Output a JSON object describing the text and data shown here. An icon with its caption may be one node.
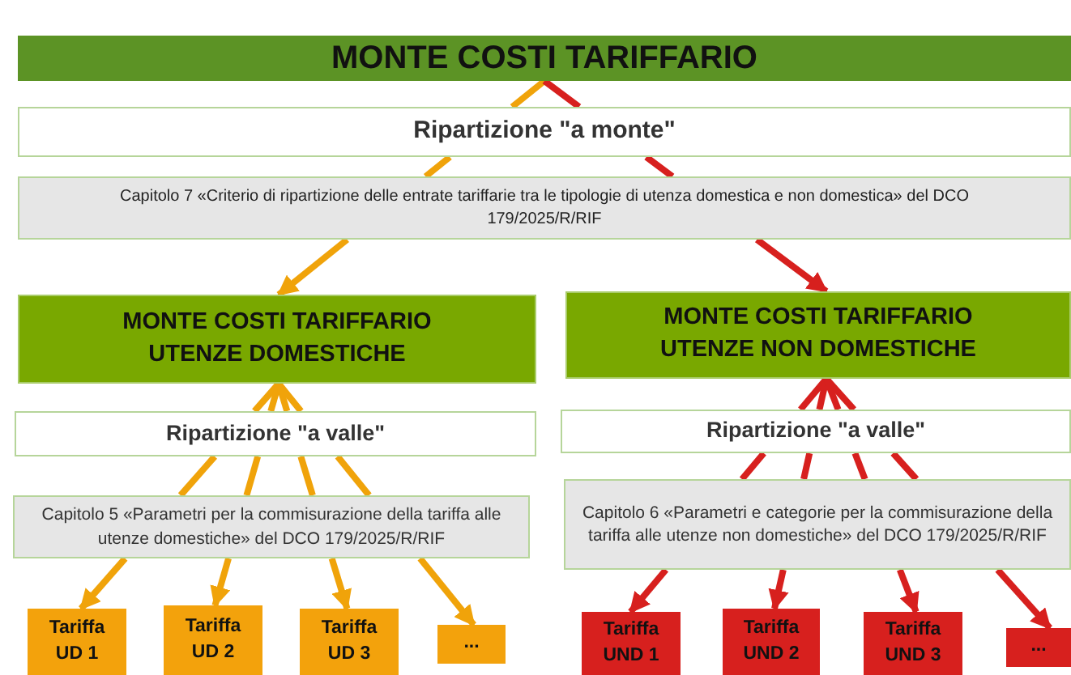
{
  "diagram": {
    "nodes": [
      {
        "text": [
          "MONTE COSTI TARIFFARIO"
        ]
      },
      {
        "text": [
          "Ripartizione \"a monte\""
        ]
      },
      {
        "text": [
          "Capitolo 7 «Criterio di ripartizione delle entrate tariffarie tra le tipologie di utenza domestica e non domestica» del DCO 179/2025/R/RIF"
        ]
      },
      {
        "text": [
          "MONTE COSTI TARIFFARIO UTENZE DOMESTICHE"
        ]
      },
      {
        "text": [
          "Ripartizione \"a valle\""
        ]
      },
      {
        "text": [
          "Capitolo 5 «Parametri per la commisurazione della tariffa alle utenze domestiche» del DCO 179/2025/R/RIF"
        ]
      },
      {
        "text": [
          "Tariffa UD 1"
        ]
      },
      {
        "text": [
          "Tariffa UD 2"
        ]
      },
      {
        "text": [
          "Tariffa UD 3"
        ]
      },
      {
        "text": [
          "..."
        ]
      },
      {
        "text": [
          "MONTE COSTI TARIFFARIO UTENZE NON DOMESTICHE"
        ]
      },
      {
        "text": [
          "Ripartizione \"a valle\""
        ]
      },
      {
        "text": [
          "Capitolo 6 «Parametri e categorie per la commisurazione della tariffa alle utenze non domestiche» del DCO 179/2025/R/RIF"
        ]
      },
      {
        "text": [
          "Tariffa UND 1"
        ]
      },
      {
        "text": [
          "Tariffa UND 2"
        ]
      },
      {
        "text": [
          "Tariffa UND 3"
        ]
      },
      {
        "text": [
          "..."
        ]
      }
    ],
    "edges": [
      {
        "from": 0,
        "to": 1,
        "arrow": "none"
      },
      {
        "from": 0,
        "to": 1,
        "arrow": "none",
        "color": "#d7201e"
      },
      {
        "from": 1,
        "to": 2,
        "arrow": "none"
      },
      {
        "from": 1,
        "to": 2,
        "arrow": "none",
        "color": "#d7201e"
      },
      {
        "from": 2,
        "to": 3,
        "arrow": "to"
      },
      {
        "from": 2,
        "to": 10,
        "arrow": "to",
        "color": "#d7201e"
      },
      {
        "from": 3,
        "to": 4,
        "arrow": "none"
      },
      {
        "from": 3,
        "to": 4,
        "arrow": "none"
      },
      {
        "from": 3,
        "to": 4,
        "arrow": "none"
      },
      {
        "from": 3,
        "to": 4,
        "arrow": "none"
      },
      {
        "from": 4,
        "to": 5,
        "arrow": "none"
      },
      {
        "from": 4,
        "to": 5,
        "arrow": "none"
      },
      {
        "from": 4,
        "to": 5,
        "arrow": "none"
      },
      {
        "from": 4,
        "to": 5,
        "arrow": "none"
      },
      {
        "from": 5,
        "to": 6,
        "arrow": "to"
      },
      {
        "from": 5,
        "to": 7,
        "arrow": "to"
      },
      {
        "from": 5,
        "to": 8,
        "arrow": "to"
      },
      {
        "from": 5,
        "to": 9,
        "arrow": "to"
      },
      {
        "from": 10,
        "to": 11,
        "arrow": "none",
        "color": "#d7201e"
      },
      {
        "from": 10,
        "to": 11,
        "arrow": "none",
        "color": "#d7201e"
      },
      {
        "from": 10,
        "to": 11,
        "arrow": "none",
        "color": "#d7201e"
      },
      {
        "from": 10,
        "to": 11,
        "arrow": "none",
        "color": "#d7201e"
      },
      {
        "from": 11,
        "to": 12,
        "arrow": "none",
        "color": "#d7201e"
      },
      {
        "from": 11,
        "to": 12,
        "arrow": "none",
        "color": "#d7201e"
      },
      {
        "from": 11,
        "to": 12,
        "arrow": "none",
        "color": "#d7201e"
      },
      {
        "from": 11,
        "to": 12,
        "arrow": "none",
        "color": "#d7201e"
      },
      {
        "from": 12,
        "to": 13,
        "arrow": "to",
        "color": "#d7201e"
      },
      {
        "from": 12,
        "to": 14,
        "arrow": "to",
        "color": "#d7201e"
      },
      {
        "from": 12,
        "to": 15,
        "arrow": "to",
        "color": "#d7201e"
      },
      {
        "from": 12,
        "to": 16,
        "arrow": "to",
        "color": "#d7201e"
      }
    ]
  }
}
